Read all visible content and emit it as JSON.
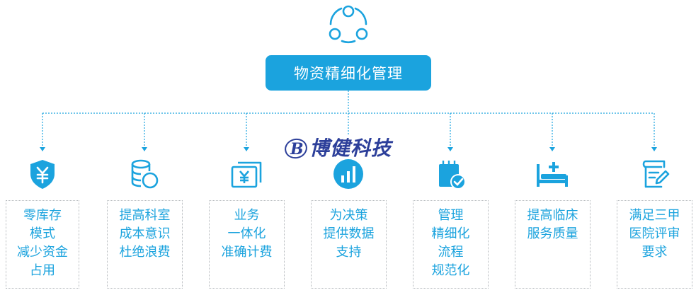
{
  "header": {
    "title": "物资精细化管理",
    "icon": "share-network-icon"
  },
  "watermark": {
    "text": "博健科技",
    "logo_letter": "B"
  },
  "colors": {
    "accent": "#1ba3de",
    "border": "#b5b9bd",
    "watermark": "#2c3f9a"
  },
  "items": [
    {
      "icon": "yuan-shield-icon",
      "lines": [
        "零库存",
        "模式",
        "减少资金",
        "占用"
      ]
    },
    {
      "icon": "coin-stack-icon",
      "lines": [
        "提高科室",
        "成本意识",
        "杜绝浪费"
      ]
    },
    {
      "icon": "yuan-bill-icon",
      "lines": [
        "业务",
        "一体化",
        "准确计费"
      ]
    },
    {
      "icon": "bar-chart-icon",
      "lines": [
        "为决策",
        "提供数据",
        "支持"
      ]
    },
    {
      "icon": "calendar-check-icon",
      "lines": [
        "管理",
        "精细化",
        "流程",
        "规范化"
      ]
    },
    {
      "icon": "hospital-bed-icon",
      "lines": [
        "提高临床",
        "服务质量"
      ]
    },
    {
      "icon": "form-edit-icon",
      "lines": [
        "满足三甲",
        "医院评审",
        "要求"
      ]
    }
  ]
}
